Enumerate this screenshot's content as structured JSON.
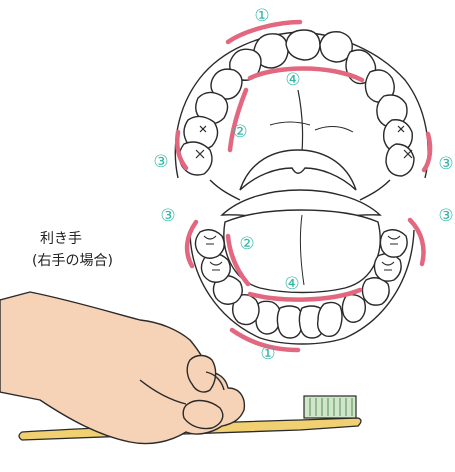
{
  "caption": {
    "line1": "利き手",
    "line2": "(右手の場合)"
  },
  "zones": [
    {
      "id": "front-upper",
      "label": "①"
    },
    {
      "id": "lingual-upper",
      "label": "④"
    },
    {
      "id": "palatal-upper-left",
      "label": "②"
    },
    {
      "id": "side-upper-left",
      "label": "③"
    },
    {
      "id": "side-upper-right",
      "label": "③"
    },
    {
      "id": "side-lower-left",
      "label": "③"
    },
    {
      "id": "side-lower-right",
      "label": "③"
    },
    {
      "id": "lingual-lower-left",
      "label": "②"
    },
    {
      "id": "lingual-lower",
      "label": "④"
    },
    {
      "id": "front-lower",
      "label": "①"
    }
  ],
  "colors": {
    "marker": "#35b8a8",
    "highlight": "#e2677f",
    "skin": "#f6d3b7",
    "handle": "#f0d070",
    "bristle": "#cfe6c9",
    "line": "#2a2a2a"
  }
}
